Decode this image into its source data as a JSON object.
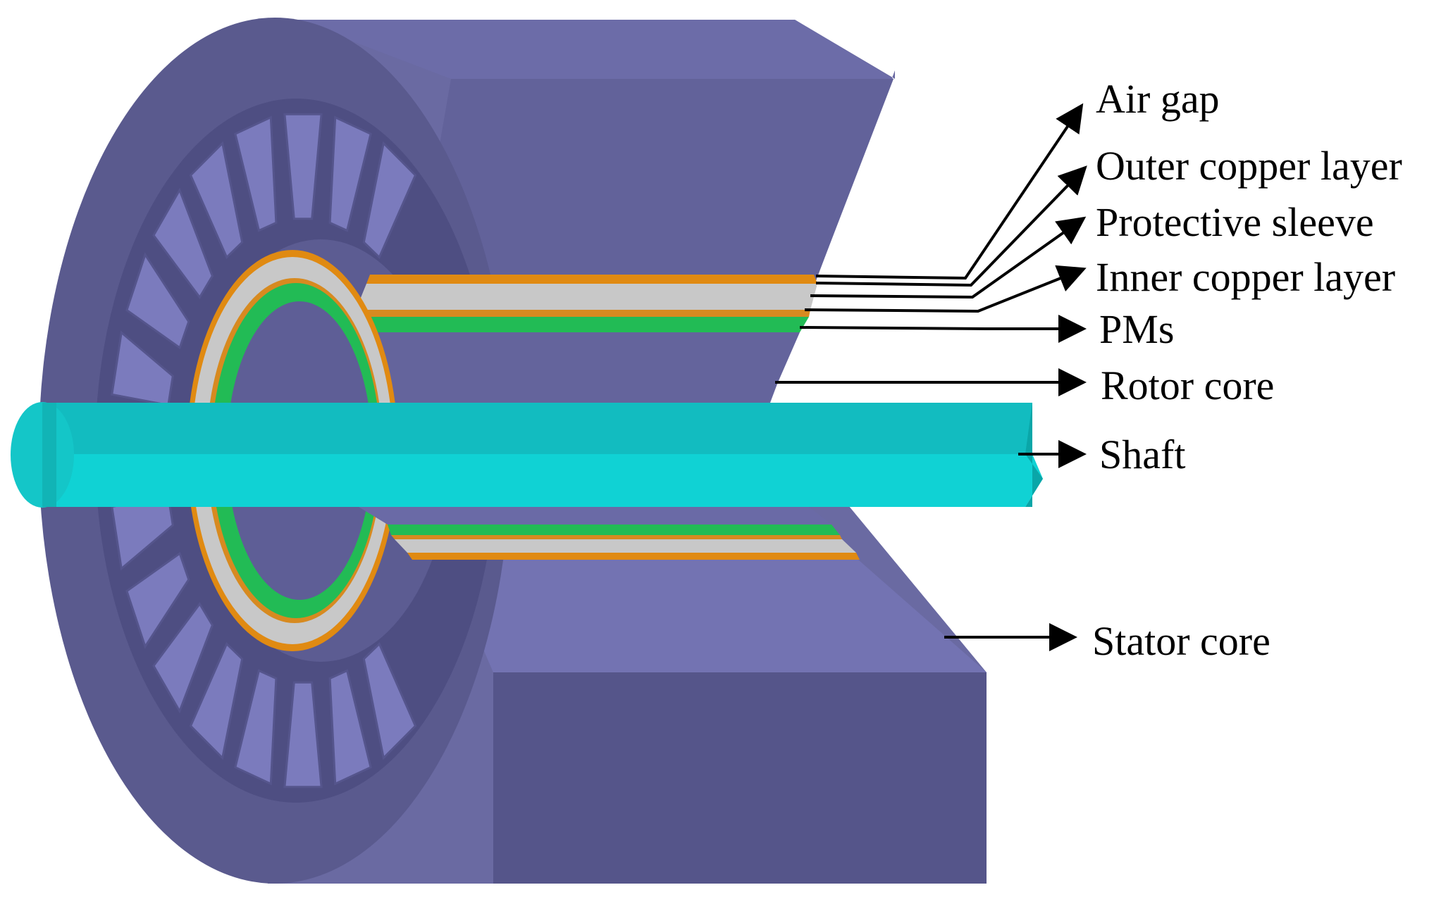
{
  "colors": {
    "stator_front": "#5e5e94",
    "stator_side": "#6a6aa2",
    "stator_slot": "#7b7bbd",
    "copper": "#e08a12",
    "sleeve": "#c8c8c8",
    "pm": "#22bb55",
    "rotor_core": "#64649c",
    "shaft_top": "#12bcc0",
    "shaft_side": "#10d2d4",
    "leader": "#000000"
  },
  "labels": {
    "air_gap": "Air gap",
    "outer_copper_layer": "Outer copper layer",
    "protective_sleeve": "Protective sleeve",
    "inner_copper_layer": "Inner copper layer",
    "pms": "PMs",
    "rotor_core": "Rotor core",
    "shaft": "Shaft",
    "stator_core": "Stator core"
  }
}
